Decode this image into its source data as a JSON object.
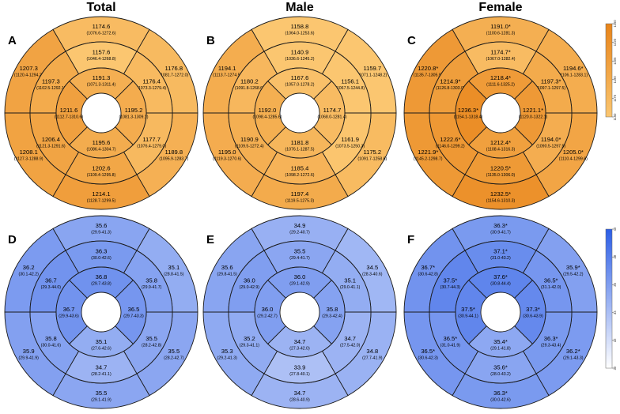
{
  "headers": [
    "Total",
    "Male",
    "Female"
  ],
  "panels": [
    {
      "label": "A",
      "palette": "orange",
      "segments": [
        {
          "v": "1174.6",
          "ci": "(1076.6-1272.6)"
        },
        {
          "v": "1176.8",
          "ci": "(1081.7-1272.0)"
        },
        {
          "v": "1189.8",
          "ci": "(1095.9-1283.7)"
        },
        {
          "v": "1214.1",
          "ci": "(1128.7-1299.5)"
        },
        {
          "v": "1208.1",
          "ci": "(1127.3-1288.9)"
        },
        {
          "v": "1207.3",
          "ci": "(1120.4-1294.2)"
        },
        {
          "v": "1157.6",
          "ci": "(1046.4-1268.8)"
        },
        {
          "v": "1176.4",
          "ci": "(1073.3-1279.4)"
        },
        {
          "v": "1177.7",
          "ci": "(1076.4-1279.0)"
        },
        {
          "v": "1202.6",
          "ci": "(1109.4-1295.8)"
        },
        {
          "v": "1206.4",
          "ci": "(1121.3-1291.6)"
        },
        {
          "v": "1197.3",
          "ci": "(1102.5-1292.1)"
        },
        {
          "v": "1191.3",
          "ci": "(1071.3-1311.4)"
        },
        {
          "v": "1195.2",
          "ci": "(1081.3-1309.1)"
        },
        {
          "v": "1195.6",
          "ci": "(1086.4-1304.7)"
        },
        {
          "v": "1211.6",
          "ci": "(1112.7-1310.6)"
        }
      ]
    },
    {
      "label": "B",
      "palette": "orange",
      "segments": [
        {
          "v": "1158.8",
          "ci": "(1064.0-1253.6)"
        },
        {
          "v": "1159.7",
          "ci": "(1071.1-1248.2)"
        },
        {
          "v": "1175.2",
          "ci": "(1091.7-1258.6)"
        },
        {
          "v": "1197.4",
          "ci": "(1119.5-1275.3)"
        },
        {
          "v": "1195.0",
          "ci": "(1119.3-1270.6)"
        },
        {
          "v": "1194.1",
          "ci": "(1113.7-1274.5)"
        },
        {
          "v": "1140.9",
          "ci": "(1036.6-1245.2)"
        },
        {
          "v": "1156.1",
          "ci": "(1067.5-1244.8)"
        },
        {
          "v": "1161.9",
          "ci": "(1073.5-1250.3)"
        },
        {
          "v": "1185.4",
          "ci": "(1098.2-1272.6)"
        },
        {
          "v": "1190.9",
          "ci": "(1109.5-1272.4)"
        },
        {
          "v": "1180.2",
          "ci": "(1091.8-1268.6)"
        },
        {
          "v": "1167.6",
          "ci": "(1057.0-1278.2)"
        },
        {
          "v": "1174.7",
          "ci": "(1068.0-1281.4)"
        },
        {
          "v": "1181.8",
          "ci": "(1076.1-1287.5)"
        },
        {
          "v": "1192.0",
          "ci": "(1098.4-1285.6)"
        }
      ]
    },
    {
      "label": "C",
      "palette": "orange",
      "segments": [
        {
          "v": "1191.0*",
          "ci": "(1100.6-1281.3)"
        },
        {
          "v": "1194.6*",
          "ci": "(1106.1-1283.1)"
        },
        {
          "v": "1205.0*",
          "ci": "(1110.4-1299.6)"
        },
        {
          "v": "1232.5*",
          "ci": "(1154.6-1310.3)"
        },
        {
          "v": "1221.9*",
          "ci": "(1145.2-1298.7)"
        },
        {
          "v": "1220.8*",
          "ci": "(1135.7-1305.9)"
        },
        {
          "v": "1174.7*",
          "ci": "(1067.0-1282.4)"
        },
        {
          "v": "1197.3*",
          "ci": "(1097.1-1297.5)"
        },
        {
          "v": "1194.0*",
          "ci": "(1090.5-1297.5)"
        },
        {
          "v": "1220.5*",
          "ci": "(1135.0-1306.0)"
        },
        {
          "v": "1222.6*",
          "ci": "(1146.0-1299.2)"
        },
        {
          "v": "1214.9*",
          "ci": "(1126.8-1303.0)"
        },
        {
          "v": "1218.4*",
          "ci": "(1111.6-1325.2)"
        },
        {
          "v": "1221.1*",
          "ci": "(1120.0-1322.1)"
        },
        {
          "v": "1212.4*",
          "ci": "(1108.4-1316.3)"
        },
        {
          "v": "1236.3*",
          "ci": "(1154.1-1318.4)"
        }
      ]
    },
    {
      "label": "D",
      "palette": "blue",
      "segments": [
        {
          "v": "35.6",
          "ci": "(29.9-41.3)"
        },
        {
          "v": "35.1",
          "ci": "(28.8-41.5)"
        },
        {
          "v": "35.5",
          "ci": "(28.2-42.7)"
        },
        {
          "v": "35.5",
          "ci": "(29.1-41.9)"
        },
        {
          "v": "35.9",
          "ci": "(29.9-41.9)"
        },
        {
          "v": "36.2",
          "ci": "(30.1-42.2)"
        },
        {
          "v": "36.3",
          "ci": "(30.0-42.6)"
        },
        {
          "v": "35.8",
          "ci": "(29.9-41.7)"
        },
        {
          "v": "35.5",
          "ci": "(28.2-42.8)"
        },
        {
          "v": "34.7",
          "ci": "(28.2-41.1)"
        },
        {
          "v": "35.8",
          "ci": "(30.0-41.6)"
        },
        {
          "v": "36.7",
          "ci": "(29.3-44.0)"
        },
        {
          "v": "36.8",
          "ci": "(29.7-43.8)"
        },
        {
          "v": "36.5",
          "ci": "(29.7-43.3)"
        },
        {
          "v": "35.1",
          "ci": "(27.6-42.6)"
        },
        {
          "v": "36.7",
          "ci": "(29.9-43.6)"
        }
      ]
    },
    {
      "label": "E",
      "palette": "blue",
      "segments": [
        {
          "v": "34.9",
          "ci": "(29.2-40.7)"
        },
        {
          "v": "34.5",
          "ci": "(28.3-40.6)"
        },
        {
          "v": "34.8",
          "ci": "(27.7-41.9)"
        },
        {
          "v": "34.7",
          "ci": "(28.6-40.9)"
        },
        {
          "v": "35.3",
          "ci": "(29.2-41.3)"
        },
        {
          "v": "35.6",
          "ci": "(29.8-41.5)"
        },
        {
          "v": "35.5",
          "ci": "(29.4-41.7)"
        },
        {
          "v": "35.1",
          "ci": "(29.0-41.1)"
        },
        {
          "v": "34.7",
          "ci": "(27.5-42.0)"
        },
        {
          "v": "33.9",
          "ci": "(27.8-40.1)"
        },
        {
          "v": "35.2",
          "ci": "(29.3-41.1)"
        },
        {
          "v": "36.0",
          "ci": "(29.0-42.9)"
        },
        {
          "v": "36.0",
          "ci": "(29.1-42.9)"
        },
        {
          "v": "35.8",
          "ci": "(29.3-42.4)"
        },
        {
          "v": "34.7",
          "ci": "(27.3-42.0)"
        },
        {
          "v": "36.0",
          "ci": "(29.2-42.7)"
        }
      ]
    },
    {
      "label": "F",
      "palette": "blue",
      "segments": [
        {
          "v": "36.3*",
          "ci": "(30.9-41.7)"
        },
        {
          "v": "35.9*",
          "ci": "(29.5-42.2)"
        },
        {
          "v": "36.2*",
          "ci": "(29.1-43.3)"
        },
        {
          "v": "36.3*",
          "ci": "(30.0-42.6)"
        },
        {
          "v": "36.5*",
          "ci": "(30.6-42.3)"
        },
        {
          "v": "36.7*",
          "ci": "(30.6-42.8)"
        },
        {
          "v": "37.1*",
          "ci": "(31.0-43.2)"
        },
        {
          "v": "36.5*",
          "ci": "(31.1-42.0)"
        },
        {
          "v": "36.3*",
          "ci": "(29.3-43.4)"
        },
        {
          "v": "35.6*",
          "ci": "(28.0-43.2)"
        },
        {
          "v": "36.5*",
          "ci": "(31.0-41.9)"
        },
        {
          "v": "37.5*",
          "ci": "(30.7-44.3)"
        },
        {
          "v": "37.6*",
          "ci": "(30.8-44.4)"
        },
        {
          "v": "37.3*",
          "ci": "(30.6-43.9)"
        },
        {
          "v": "35.4*",
          "ci": "(29.1-41.8)"
        },
        {
          "v": "37.5*",
          "ci": "(30.9-44.1)"
        }
      ]
    }
  ],
  "scales": [
    {
      "palette": "orange",
      "min": 1160,
      "max": 1250,
      "ticks": [
        "1160",
        "1175",
        "1190",
        "1205",
        "1220",
        "1250"
      ],
      "colors": {
        "low": "#fbc670",
        "high": "#e8841a"
      }
    },
    {
      "palette": "blue",
      "min": 30,
      "max": 40,
      "ticks": [
        "30",
        "32",
        "34",
        "36",
        "38",
        "40"
      ],
      "colors": {
        "low": "#ffffff",
        "high": "#2c5ee6"
      }
    }
  ]
}
